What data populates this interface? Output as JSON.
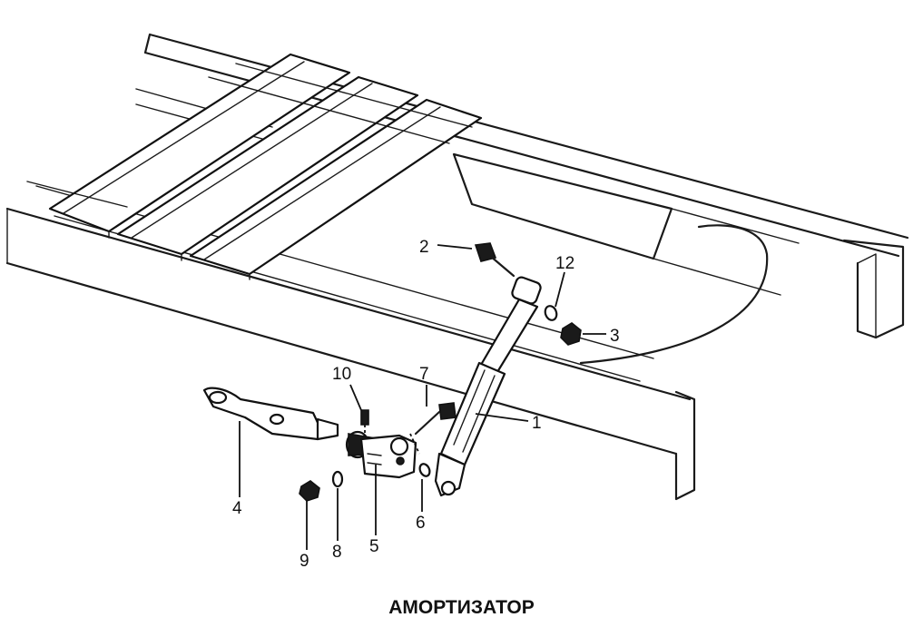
{
  "caption": "АМОРТИЗАТОР",
  "callouts": [
    "1",
    "2",
    "3",
    "4",
    "5",
    "6",
    "7",
    "8",
    "9",
    "10",
    "12"
  ]
}
